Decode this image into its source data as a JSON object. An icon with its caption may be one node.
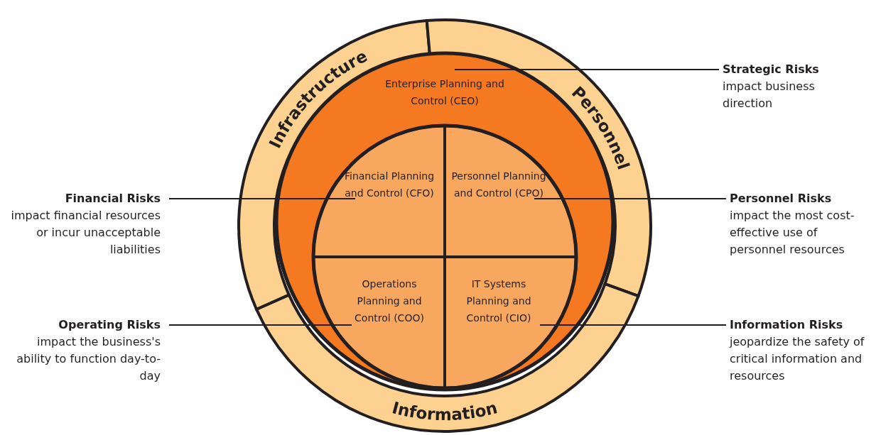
{
  "diagram": {
    "nodes": [
      {
        "text": [
          "Infrastructure"
        ]
      },
      {
        "text": [
          "Personnel"
        ]
      },
      {
        "text": [
          "Information"
        ]
      },
      {
        "text": [
          "Enterprise Planning and Control (CEO)"
        ]
      },
      {
        "text": [
          "Financial Planning and Control (CFO)"
        ],
        "in": 3
      },
      {
        "text": [
          "Personnel Planning and Control (CPO)"
        ],
        "in": 3
      },
      {
        "text": [
          "Operations Planning and Control (COO)"
        ],
        "in": 3
      },
      {
        "text": [
          "IT Systems Planning and Control (CIO)"
        ],
        "in": 3
      },
      {
        "text": [
          "Strategic Risks",
          "impact business direction"
        ]
      },
      {
        "text": [
          "Financial Risks",
          "impact financial resources or incur unacceptable liabilities"
        ]
      },
      {
        "text": [
          "Personnel Risks",
          "impact the most cost-effective use of personnel resources"
        ]
      },
      {
        "text": [
          "Operating Risks",
          "impact the business's ability to function day-to-day"
        ]
      },
      {
        "text": [
          "Information Risks",
          "jeopardize the safety of critical information and resources"
        ]
      }
    ],
    "edges": [
      {
        "from": 8,
        "to": 3,
        "arrow": "none"
      },
      {
        "from": 9,
        "to": 4,
        "arrow": "none"
      },
      {
        "from": 10,
        "to": 5,
        "arrow": "none"
      },
      {
        "from": 11,
        "to": 6,
        "arrow": "none"
      },
      {
        "from": 12,
        "to": 7,
        "arrow": "none"
      }
    ]
  }
}
